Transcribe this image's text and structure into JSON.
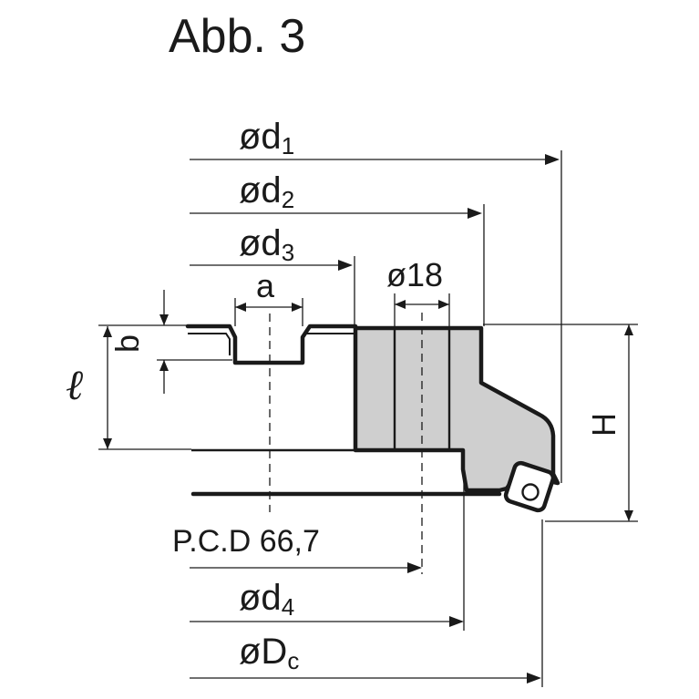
{
  "title": "Abb. 3",
  "labels": {
    "d1_main": "ød",
    "d1_sub": "1",
    "d2_main": "ød",
    "d2_sub": "2",
    "d3_main": "ød",
    "d3_sub": "3",
    "a": "a",
    "b": "b",
    "hole": "ø18",
    "l": "ℓ",
    "h": "H",
    "pcd": "P.C.D  66,7",
    "d4_main": "ød",
    "d4_sub": "4",
    "dc_main": "øD",
    "dc_sub": "c"
  },
  "colors": {
    "ink": "#1a1a1a",
    "body_fill": "#cfcfcf",
    "background": "#ffffff"
  }
}
